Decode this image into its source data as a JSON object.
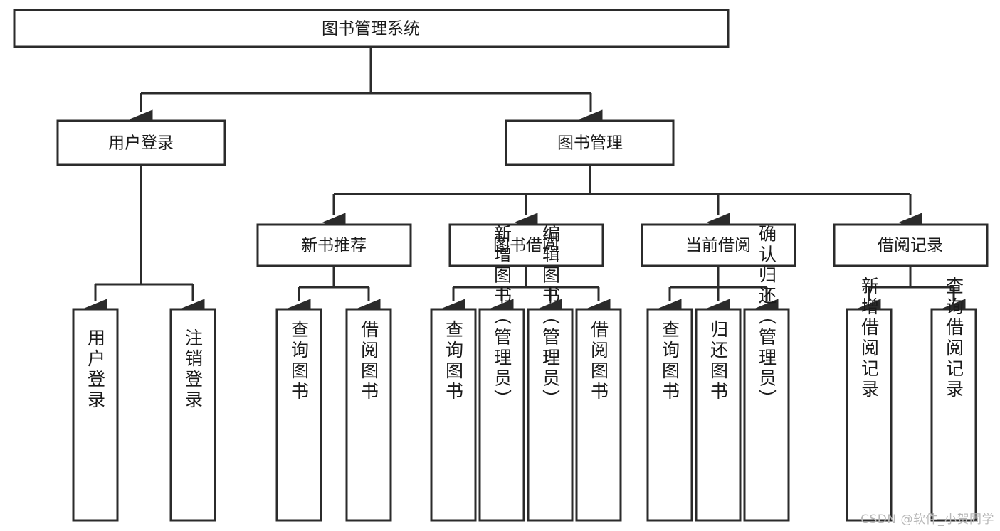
{
  "diagram": {
    "type": "tree-hierarchy",
    "root": {
      "id": "root",
      "label": "图书管理系统"
    },
    "level2": [
      {
        "id": "user-login",
        "label": "用户登录"
      },
      {
        "id": "book-manage",
        "label": "图书管理"
      }
    ],
    "level3": [
      {
        "id": "new-book-recommend",
        "label": "新书推荐",
        "parent": "book-manage"
      },
      {
        "id": "book-borrow",
        "label": "图书借阅",
        "parent": "book-manage"
      },
      {
        "id": "current-borrow",
        "label": "当前借阅",
        "parent": "book-manage"
      },
      {
        "id": "borrow-record",
        "label": "借阅记录",
        "parent": "book-manage"
      }
    ],
    "leaves": {
      "user_login": [
        {
          "id": "leaf-user-login",
          "label": "用户登录"
        },
        {
          "id": "leaf-user-logout",
          "label": "注销登录"
        }
      ],
      "new_book_recommend": [
        {
          "id": "leaf-query-book-1",
          "label": "查询图书"
        },
        {
          "id": "leaf-borrow-book-1",
          "label": "借阅图书"
        }
      ],
      "book_borrow": [
        {
          "id": "leaf-query-book-2",
          "label": "查询图书"
        },
        {
          "id": "leaf-add-book",
          "label": "新增图书（管理员）"
        },
        {
          "id": "leaf-edit-book",
          "label": "编辑图书（管理员）"
        },
        {
          "id": "leaf-borrow-book-2",
          "label": "借阅图书"
        }
      ],
      "current_borrow": [
        {
          "id": "leaf-query-book-3",
          "label": "查询图书"
        },
        {
          "id": "leaf-return-book",
          "label": "归还图书"
        },
        {
          "id": "leaf-confirm-return",
          "label": "确认归还（管理员）"
        }
      ],
      "borrow_record": [
        {
          "id": "leaf-add-record",
          "label": "新增借阅记录"
        },
        {
          "id": "leaf-query-record",
          "label": "查询借阅记录"
        }
      ]
    },
    "colors": {
      "stroke": "#2b2b2b",
      "fill": "#ffffff",
      "text": "#1a1a1a",
      "watermark": "#b8b8b8"
    }
  },
  "watermark": {
    "text": "CSDN @软件_小贺同学"
  }
}
